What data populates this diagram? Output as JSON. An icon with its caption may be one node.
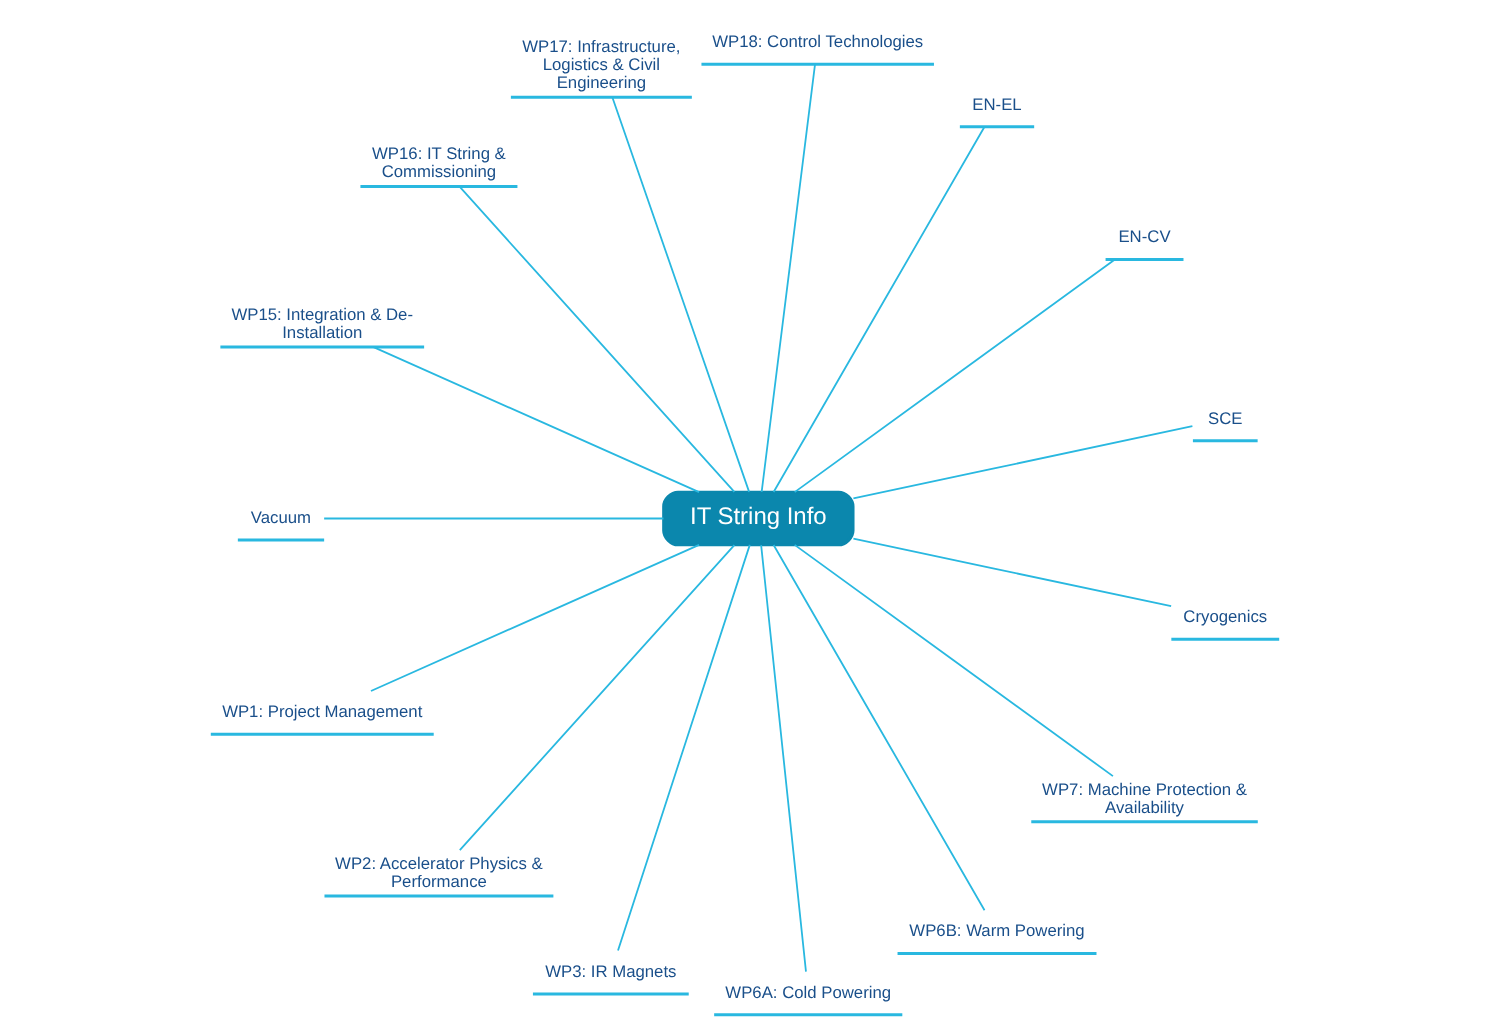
{
  "diagram": {
    "nodes": [
      {
        "text": [
          "IT String Info"
        ]
      },
      {
        "text": [
          "SCE"
        ]
      },
      {
        "text": [
          "EN-CV"
        ]
      },
      {
        "text": [
          "EN-EL"
        ]
      },
      {
        "text": [
          "WP18: Control Technologies"
        ]
      },
      {
        "text": [
          "WP17: Infrastructure, Logistics & Civil Engineering"
        ]
      },
      {
        "text": [
          "WP16: IT String & Commissioning"
        ]
      },
      {
        "text": [
          "WP15: Integration & De-Installation"
        ]
      },
      {
        "text": [
          "Vacuum"
        ]
      },
      {
        "text": [
          "WP1: Project Management"
        ]
      },
      {
        "text": [
          "WP2: Accelerator Physics & Performance"
        ]
      },
      {
        "text": [
          "WP3: IR Magnets"
        ]
      },
      {
        "text": [
          "WP6A: Cold Powering"
        ]
      },
      {
        "text": [
          "WP6B: Warm Powering"
        ]
      },
      {
        "text": [
          "WP7: Machine Protection & Availability"
        ]
      },
      {
        "text": [
          "Cryogenics"
        ]
      }
    ],
    "edges": [
      {
        "from": 0,
        "to": 1,
        "arrow": "none"
      },
      {
        "from": 0,
        "to": 2,
        "arrow": "none"
      },
      {
        "from": 0,
        "to": 3,
        "arrow": "none"
      },
      {
        "from": 0,
        "to": 4,
        "arrow": "none"
      },
      {
        "from": 0,
        "to": 5,
        "arrow": "none"
      },
      {
        "from": 0,
        "to": 6,
        "arrow": "none"
      },
      {
        "from": 0,
        "to": 7,
        "arrow": "none"
      },
      {
        "from": 0,
        "to": 8,
        "arrow": "none"
      },
      {
        "from": 0,
        "to": 9,
        "arrow": "none"
      },
      {
        "from": 0,
        "to": 10,
        "arrow": "none"
      },
      {
        "from": 0,
        "to": 11,
        "arrow": "none"
      },
      {
        "from": 0,
        "to": 12,
        "arrow": "none"
      },
      {
        "from": 0,
        "to": 13,
        "arrow": "none"
      },
      {
        "from": 0,
        "to": 14,
        "arrow": "none"
      },
      {
        "from": 0,
        "to": 15,
        "arrow": "none"
      }
    ]
  }
}
